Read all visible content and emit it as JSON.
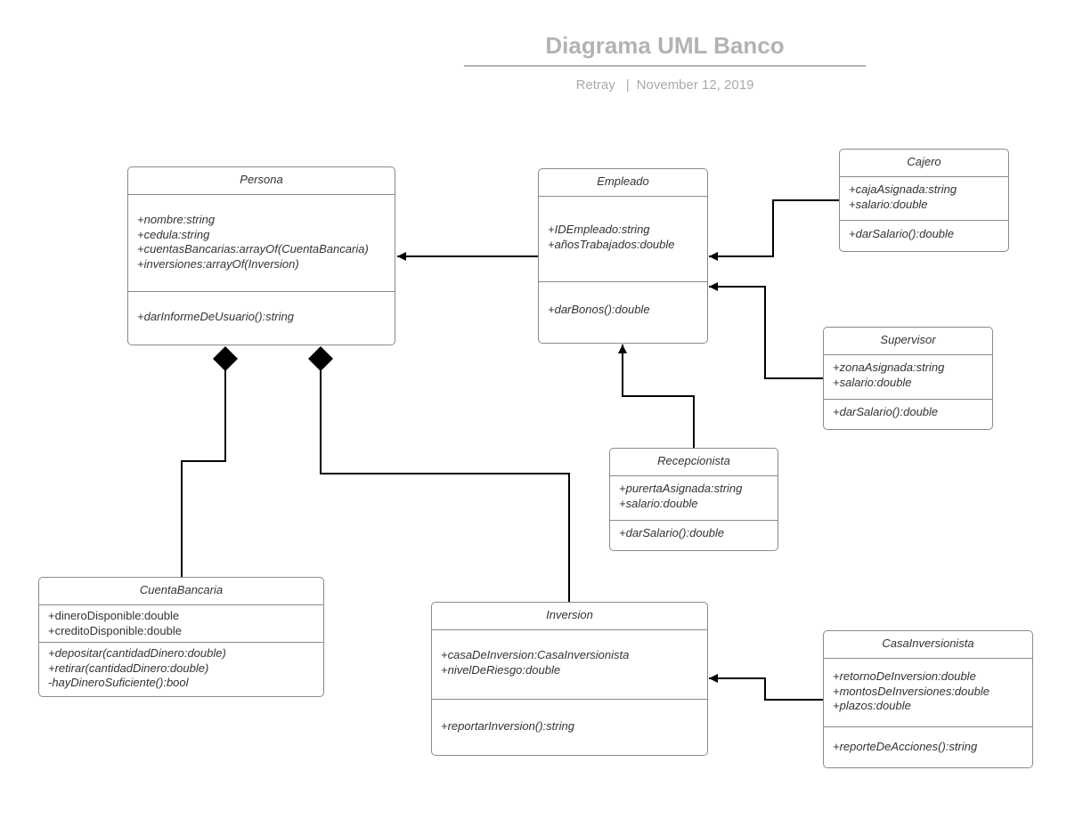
{
  "header": {
    "title": "Diagrama UML Banco",
    "author": "Retray",
    "date": "November 12, 2019"
  },
  "classes": {
    "persona": {
      "name": "Persona",
      "attributes": [
        "+nombre:string",
        "+cedula:string",
        "+cuentasBancarias:arrayOf(CuentaBancaria)",
        "+inversiones:arrayOf(Inversion)"
      ],
      "operations": [
        "+darInformeDeUsuario():string"
      ]
    },
    "empleado": {
      "name": "Empleado",
      "attributes": [
        "+IDEmpleado:string",
        "+añosTrabajados:double"
      ],
      "operations": [
        "+darBonos():double"
      ]
    },
    "cajero": {
      "name": "Cajero",
      "attributes": [
        "+cajaAsignada:string",
        "+salario:double"
      ],
      "operations": [
        "+darSalario():double"
      ]
    },
    "supervisor": {
      "name": "Supervisor",
      "attributes": [
        "+zonaAsignada:string",
        "+salario:double"
      ],
      "operations": [
        "+darSalario():double"
      ]
    },
    "recepcionista": {
      "name": "Recepcionista",
      "attributes": [
        "+purertaAsignada:string",
        "+salario:double"
      ],
      "operations": [
        "+darSalario():double"
      ]
    },
    "cuenta_bancaria": {
      "name": "CuentaBancaria",
      "attributes": [
        "+dineroDisponible:double",
        "+creditoDisponible:double"
      ],
      "operations": [
        "+depositar(cantidadDinero:double)",
        "+retirar(cantidadDinero:double)",
        "-hayDineroSuficiente():bool"
      ]
    },
    "inversion": {
      "name": "Inversion",
      "attributes": [
        "+casaDeInversion:CasaInversionista",
        "+nivelDeRiesgo:double"
      ],
      "operations": [
        "+reportarInversion():string"
      ]
    },
    "casa_inversionista": {
      "name": "CasaInversionista",
      "attributes": [
        "+retornoDeInversion:double",
        "+montosDeInversiones:double",
        "+plazos:double"
      ],
      "operations": [
        "+reporteDeAcciones():string"
      ]
    }
  },
  "relations": [
    {
      "type": "generalization",
      "from": "Empleado",
      "to": "Persona"
    },
    {
      "type": "generalization",
      "from": "Cajero",
      "to": "Empleado"
    },
    {
      "type": "generalization",
      "from": "Supervisor",
      "to": "Empleado"
    },
    {
      "type": "generalization",
      "from": "Recepcionista",
      "to": "Empleado"
    },
    {
      "type": "composition",
      "from": "CuentaBancaria",
      "to": "Persona"
    },
    {
      "type": "composition",
      "from": "Inversion",
      "to": "Persona"
    },
    {
      "type": "association",
      "from": "CasaInversionista",
      "to": "Inversion"
    }
  ],
  "colors": {
    "title": "#b3b3b3",
    "subtitle": "#aaaaaa",
    "border": "#8a8a8a",
    "text": "#333333",
    "connector": "#000000"
  }
}
